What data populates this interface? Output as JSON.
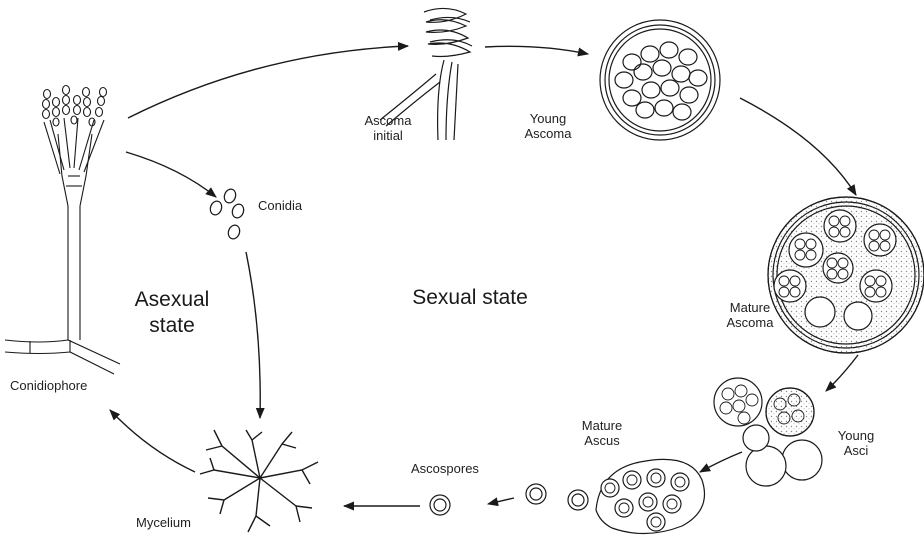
{
  "labels": {
    "ascoma_initial": [
      "Ascoma",
      "initial"
    ],
    "young_ascoma": [
      "Young",
      "Ascoma"
    ],
    "conidia": "Conidia",
    "asexual_state": [
      "Asexual",
      "state"
    ],
    "sexual_state": "Sexual state",
    "mature_ascoma": [
      "Mature",
      "Ascoma"
    ],
    "conidiophore": "Conidiophore",
    "young_asci": [
      "Young",
      "Asci"
    ],
    "mature_ascus": [
      "Mature",
      "Ascus"
    ],
    "ascospores": "Ascospores",
    "mycelium": "Mycelium"
  },
  "colors": {
    "ink": "#1a1a1a",
    "stipple": "#d9d9d9"
  }
}
